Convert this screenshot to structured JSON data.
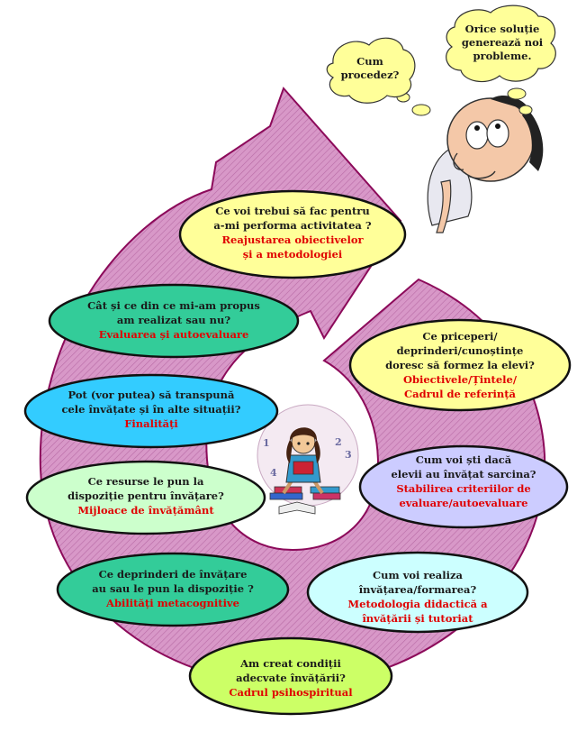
{
  "colors": {
    "arrow_fill": "#d898c8",
    "arrow_stroke": "#8c0a5a",
    "question_text": "#1a1a1a",
    "answer_text": "#e00000",
    "cloud_fill": "#ffff99"
  },
  "clouds": [
    {
      "id": "thought-cloud-how",
      "lines": [
        "Cum",
        "procedez?"
      ]
    },
    {
      "id": "thought-cloud-solution",
      "lines": [
        "Orice soluție",
        "generează noi",
        "probleme."
      ]
    }
  ],
  "steps": [
    {
      "id": "step-reajustare",
      "fill": "#ffff99",
      "question": [
        "Ce voi trebui să fac pentru",
        "a-mi performa activitatea ?"
      ],
      "answer": [
        "Reajustarea obiectivelor",
        "și a metodologiei"
      ]
    },
    {
      "id": "step-evaluare",
      "fill": "#33cc99",
      "question": [
        "Cât și ce din ce mi-am propus",
        "am realizat sau nu?"
      ],
      "answer": [
        "Evaluarea și autoevaluare"
      ]
    },
    {
      "id": "step-finalitati",
      "fill": "#33ccff",
      "question": [
        "Pot (vor putea) să transpună",
        "cele învățate și în alte situații?"
      ],
      "answer": [
        "Finalități"
      ]
    },
    {
      "id": "step-mijloace",
      "fill": "#ccffcc",
      "question": [
        "Ce resurse le pun la",
        "dispoziție pentru învățare?"
      ],
      "answer": [
        "Mijloace de învățământ"
      ]
    },
    {
      "id": "step-abilitati",
      "fill": "#33cc99",
      "question": [
        "Ce deprinderi de învățare",
        "au sau le pun la dispoziție ?"
      ],
      "answer": [
        "Abilități metacognitive"
      ]
    },
    {
      "id": "step-cadru",
      "fill": "#ccff66",
      "question": [
        "Am creat condiții",
        "adecvate învățării?"
      ],
      "answer": [
        "Cadrul psihospiritual"
      ]
    },
    {
      "id": "step-metodologia",
      "fill": "#ccffff",
      "question": [
        "Cum voi realiza",
        "învățarea/formarea?"
      ],
      "answer": [
        "Metodologia didactică a",
        "învățării și tutoriat"
      ]
    },
    {
      "id": "step-criterii",
      "fill": "#ccccff",
      "question": [
        "Cum voi ști dacă",
        "elevii au învățat sarcina?"
      ],
      "answer": [
        "Stabilirea criteriilor de",
        "evaluare/autoevaluare"
      ]
    },
    {
      "id": "step-obiective",
      "fill": "#ffff99",
      "question": [
        "Ce priceperi/",
        "deprinderi/cunoștințe",
        "doresc să formez la elevi?"
      ],
      "answer": [
        "Obiectivele/Țintele/",
        "Cadrul de referință"
      ]
    }
  ],
  "center_numbers": [
    "1",
    "2",
    "3",
    "4"
  ]
}
